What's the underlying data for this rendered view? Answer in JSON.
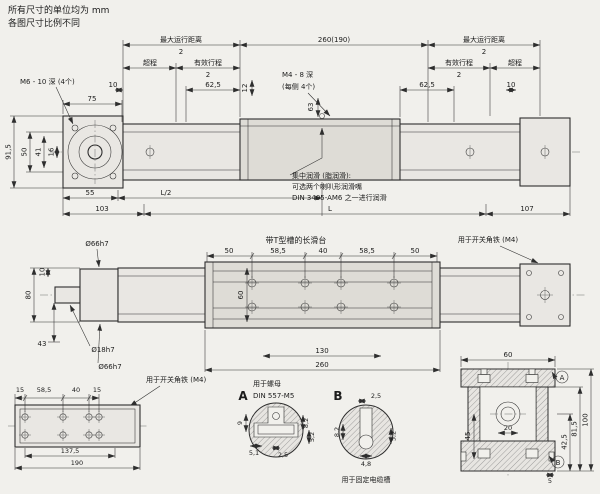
{
  "notes": {
    "units": "所有尺寸的单位均为 mm",
    "scale": "各图尺寸比例不同"
  },
  "labels": {
    "max_travel": "最大运行距离",
    "half": "2",
    "effective_stroke": "有效行程",
    "overrun": "超程",
    "m6_thread": "M6 - 10 深 (4个)",
    "m4_thread_1": "M4 - 8 深",
    "m4_thread_2": "(每侧 4个)",
    "lube_1": "集中润滑 (脂润滑):",
    "lube_2": "可选两个喇叭形润滑嘴",
    "lube_3": "DIN 3405-AM6 之一进行润滑",
    "slide_table_title": "带T型槽的长滑台",
    "switch_bracket": "用于开关角铁 (M4)",
    "for_nut": "用于螺母",
    "din_nut": "DIN 557-M5",
    "detail_a": "A",
    "detail_b": "B",
    "cable_duct": "用于固定电缆槽"
  },
  "dims": {
    "top": {
      "d260": "260(190)",
      "d62_5": "62,5",
      "d10": "10",
      "d12": "12",
      "d63": "63",
      "d75": "75",
      "d91_5": "91,5",
      "d50": "50",
      "d41": "41",
      "d16": "16",
      "d55": "55",
      "l_half": "L/2",
      "d103": "103",
      "l_total": "L",
      "d107": "107"
    },
    "plan": {
      "d50": "50",
      "d58_5": "58,5",
      "d40": "40",
      "d80": "80",
      "d10": "10",
      "d60": "60",
      "d43": "43",
      "dia66": "Ø66h7",
      "dia18": "Ø18h7",
      "d130": "130",
      "d260": "260"
    },
    "plate": {
      "d15": "15",
      "d58_5": "58,5",
      "d40": "40",
      "d137_5": "137,5",
      "d190": "190"
    },
    "detail_a": {
      "d9": "9",
      "d5_1": "5,1",
      "d2_5": "2,5",
      "d8_2": "8,2",
      "d5_2": "5,2"
    },
    "detail_b": {
      "d2_5": "2,5",
      "d8_2": "8,2",
      "d5_2": "5,2",
      "d4_8": "4,8"
    },
    "section": {
      "d60": "60",
      "d100": "100",
      "d81_5": "81,5",
      "d45": "45",
      "d20": "20",
      "d42_5": "42,5",
      "d5": "5"
    }
  }
}
